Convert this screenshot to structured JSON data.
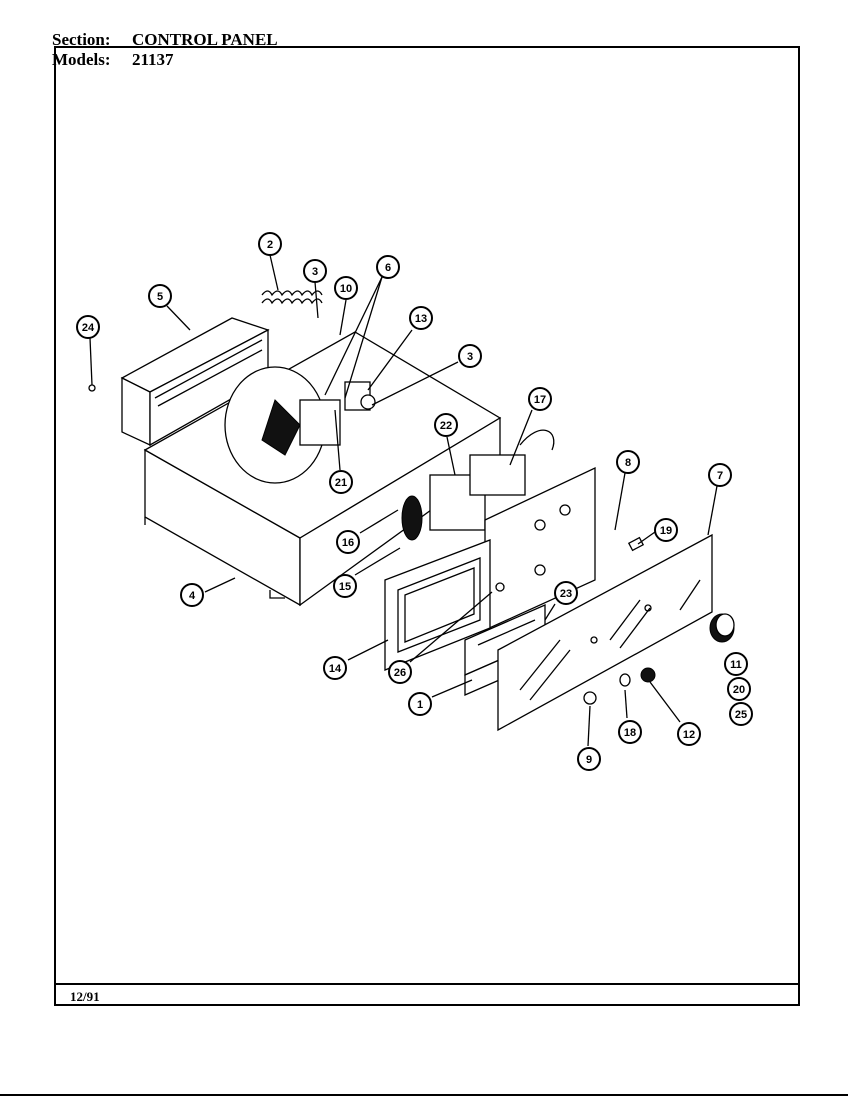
{
  "header": {
    "section_label": "Section:",
    "section_value": "CONTROL PANEL",
    "models_label": "Models:",
    "models_value": "21137"
  },
  "footer": {
    "date": "12/91"
  },
  "callouts": [
    {
      "id": "c2",
      "text": "2"
    },
    {
      "id": "c3a",
      "text": "3"
    },
    {
      "id": "c10",
      "text": "10"
    },
    {
      "id": "c6",
      "text": "6"
    },
    {
      "id": "c5",
      "text": "5"
    },
    {
      "id": "c24",
      "text": "24"
    },
    {
      "id": "c13",
      "text": "13"
    },
    {
      "id": "c3b",
      "text": "3"
    },
    {
      "id": "c17",
      "text": "17"
    },
    {
      "id": "c22",
      "text": "22"
    },
    {
      "id": "c21",
      "text": "21"
    },
    {
      "id": "c16",
      "text": "16"
    },
    {
      "id": "c15",
      "text": "15"
    },
    {
      "id": "c8",
      "text": "8"
    },
    {
      "id": "c7",
      "text": "7"
    },
    {
      "id": "c19",
      "text": "19"
    },
    {
      "id": "c4",
      "text": "4"
    },
    {
      "id": "c23",
      "text": "23"
    },
    {
      "id": "c14",
      "text": "14"
    },
    {
      "id": "c26",
      "text": "26"
    },
    {
      "id": "c1",
      "text": "1"
    },
    {
      "id": "c11",
      "text": "11"
    },
    {
      "id": "c20",
      "text": "20"
    },
    {
      "id": "c25",
      "text": "25"
    },
    {
      "id": "c18",
      "text": "18"
    },
    {
      "id": "c12",
      "text": "12"
    },
    {
      "id": "c9",
      "text": "9"
    }
  ]
}
